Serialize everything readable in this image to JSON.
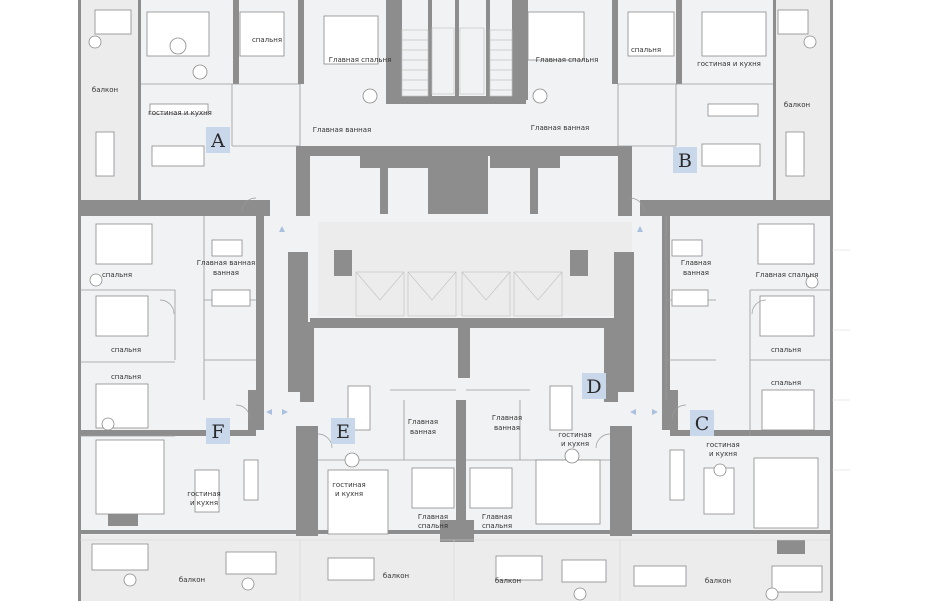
{
  "colors": {
    "wall": "#8d8d8d",
    "floor": "#f1f2f3",
    "badge": "#c9d7ea",
    "arrow": "#a9c0de"
  },
  "rooms": {
    "top_left_balcony": "балкон",
    "top_left_bedroom": "спальня",
    "top_left_master_bedroom": "Главная спальня",
    "top_left_living_kitchen": "гостиная и кухня",
    "top_left_master_bath": "Главная ванная",
    "top_right_master_bedroom": "Главная спальня",
    "top_right_bedroom": "спальня",
    "top_right_living_kitchen": "гостиная и кухня",
    "top_right_balcony": "балкон",
    "top_right_master_bath": "Главная ванная",
    "left_bedroom_1": "спальня",
    "left_master_bath_1": "Главная ванная",
    "left_master_bath_2": "ванная",
    "left_bedroom_2": "спальня",
    "left_bedroom_3": "спальня",
    "right_master_bath_1": "Главная",
    "right_master_bath_2": "ванная",
    "right_master_bedroom": "Главная спальня",
    "right_bedroom_1": "спальня",
    "right_bedroom_2": "спальня",
    "center_left_bath_1": "Главная",
    "center_left_bath_2": "ванная",
    "center_right_bath_1": "Главная",
    "center_right_bath_2": "ванная",
    "center_right_living_1": "гостиная",
    "center_right_living_2": "и кухня",
    "right_living_1": "гостиная",
    "right_living_2": "и кухня",
    "center_left_living_1": "гостиная",
    "center_left_living_2": "и кухня",
    "left_living_1": "гостиная",
    "left_living_2": "и кухня",
    "bottom_master_bedroom_left_1": "Главная",
    "bottom_master_bedroom_left_2": "спальня",
    "bottom_master_bedroom_right_1": "Главная",
    "bottom_master_bedroom_right_2": "спальня",
    "bottom_balcony_1": "балкон",
    "bottom_balcony_2": "балкон",
    "bottom_balcony_3": "балкон",
    "bottom_balcony_4": "балкон"
  },
  "units": {
    "a": "A",
    "b": "B",
    "c": "C",
    "d": "D",
    "e": "E",
    "f": "F"
  }
}
